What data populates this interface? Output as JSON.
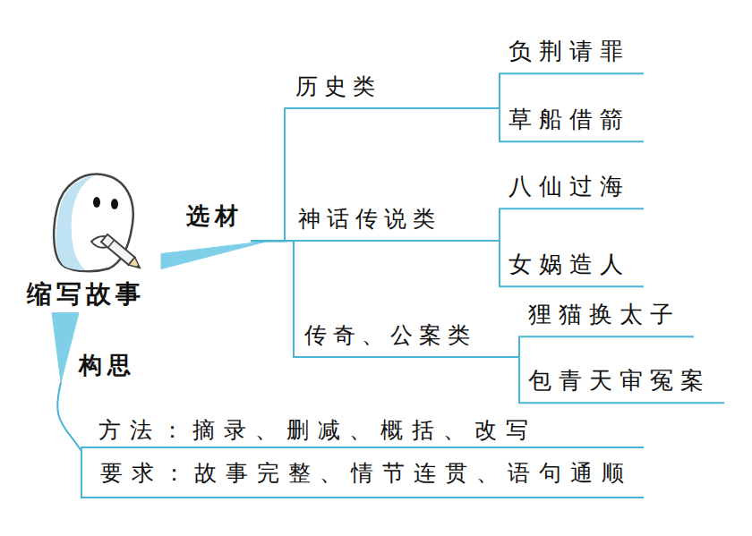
{
  "diagram": {
    "nodes": [
      {
        "text": [
          "缩写故事"
        ]
      },
      {
        "text": [
          "选材"
        ]
      },
      {
        "text": [
          "历史类"
        ]
      },
      {
        "text": [
          "负荆请罪"
        ]
      },
      {
        "text": [
          "草船借箭"
        ]
      },
      {
        "text": [
          "神话传说类"
        ]
      },
      {
        "text": [
          "八仙过海"
        ]
      },
      {
        "text": [
          "女娲造人"
        ]
      },
      {
        "text": [
          "传奇、公案类"
        ]
      },
      {
        "text": [
          "狸猫换太子"
        ]
      },
      {
        "text": [
          "包青天审冤案"
        ]
      },
      {
        "text": [
          "构思"
        ]
      },
      {
        "text": [
          "方法：摘录、删减、概括、改写",
          "要求：故事完整、情节连贯、语句通顺"
        ]
      }
    ],
    "edges": [
      {
        "from": 0,
        "to": 1,
        "arrow": "none"
      },
      {
        "from": 1,
        "to": 2,
        "arrow": "none"
      },
      {
        "from": 1,
        "to": 5,
        "arrow": "none"
      },
      {
        "from": 1,
        "to": 8,
        "arrow": "none"
      },
      {
        "from": 2,
        "to": 3,
        "arrow": "none"
      },
      {
        "from": 2,
        "to": 4,
        "arrow": "none"
      },
      {
        "from": 5,
        "to": 6,
        "arrow": "none"
      },
      {
        "from": 5,
        "to": 7,
        "arrow": "none"
      },
      {
        "from": 8,
        "to": 9,
        "arrow": "none"
      },
      {
        "from": 8,
        "to": 10,
        "arrow": "none"
      },
      {
        "from": 0,
        "to": 11,
        "arrow": "none"
      },
      {
        "from": 11,
        "to": 12,
        "arrow": "none"
      }
    ]
  }
}
